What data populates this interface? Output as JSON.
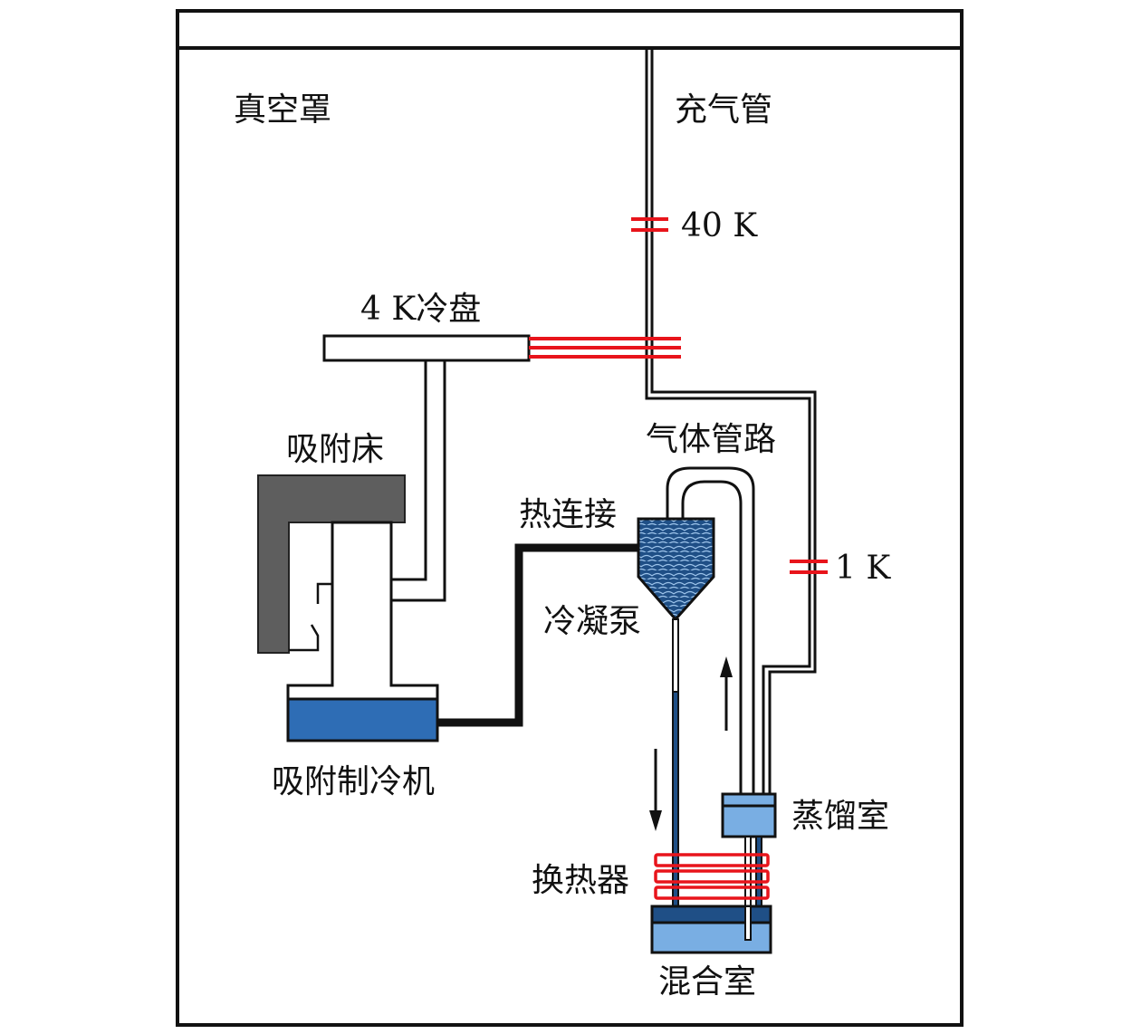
{
  "labels": {
    "vacuum_can": "真空罩",
    "fill_line": "充气管",
    "stage_40k": "40 K",
    "plate_4k": "4 K冷盘",
    "sorb_bed": "吸附床",
    "gas_line": "气体管路",
    "thermal_link": "热连接",
    "stage_1k": "1 K",
    "condenser": "冷凝泵",
    "sorption_cooler": "吸附制冷机",
    "still": "蒸馏室",
    "heat_exchanger": "换热器",
    "mixing_chamber": "混合室"
  },
  "colors": {
    "outline": "#111111",
    "thermal_anchor": "#e8141b",
    "sorb_bed_fill": "#5e5e5e",
    "cooler_fill": "#2e6db5",
    "condenser_fill": "#1f4f86",
    "downflow_tube": "#1f4f86",
    "still_fill": "#79aee3",
    "mixing_fill": "#79aee3",
    "mixing_top": "#1f4f86"
  }
}
